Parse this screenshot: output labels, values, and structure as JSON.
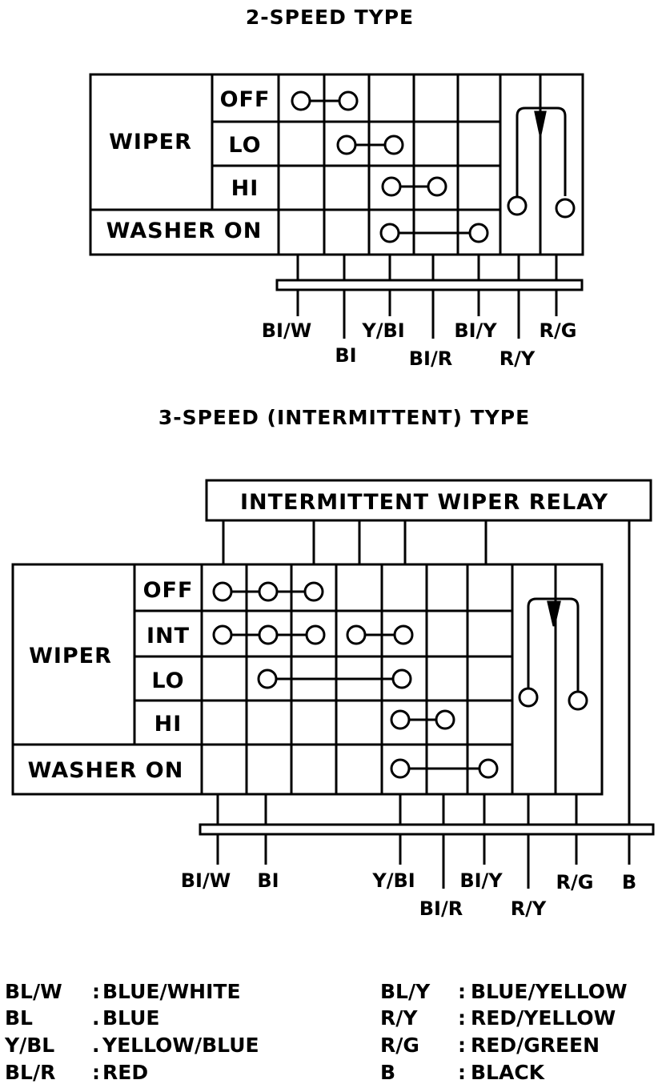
{
  "two_speed": {
    "title": "2-SPEED TYPE",
    "wiper_label": "WIPER",
    "washer_label": "WASHER ON",
    "rows": [
      "OFF",
      "LO",
      "HI"
    ],
    "wires": [
      "BI/W",
      "BI",
      "Y/BI",
      "BI/R",
      "BI/Y",
      "R/Y",
      "R/G"
    ]
  },
  "three_speed": {
    "title": "3-SPEED (INTERMITTENT) TYPE",
    "relay_label": "INTERMITTENT WIPER RELAY",
    "wiper_label": "WIPER",
    "washer_label": "WASHER ON",
    "rows": [
      "OFF",
      "INT",
      "LO",
      "HI"
    ],
    "wires": [
      "BI/W",
      "BI",
      "Y/BI",
      "BI/R",
      "BI/Y",
      "R/Y",
      "R/G",
      "B"
    ]
  },
  "legend": [
    {
      "code": "BL/W",
      "sep": ":",
      "name": "BLUE/WHITE"
    },
    {
      "code": "BL",
      "sep": ".",
      "name": "BLUE"
    },
    {
      "code": "Y/BL",
      "sep": ".",
      "name": "YELLOW/BLUE"
    },
    {
      "code": "BL/R",
      "sep": ":",
      "name": "RED"
    },
    {
      "code": "BL/Y",
      "sep": ":",
      "name": "BLUE/YELLOW"
    },
    {
      "code": "R/Y",
      "sep": ":",
      "name": "RED/YELLOW"
    },
    {
      "code": "R/G",
      "sep": ":",
      "name": "RED/GREEN"
    },
    {
      "code": "B",
      "sep": ":",
      "name": "BLACK"
    }
  ]
}
